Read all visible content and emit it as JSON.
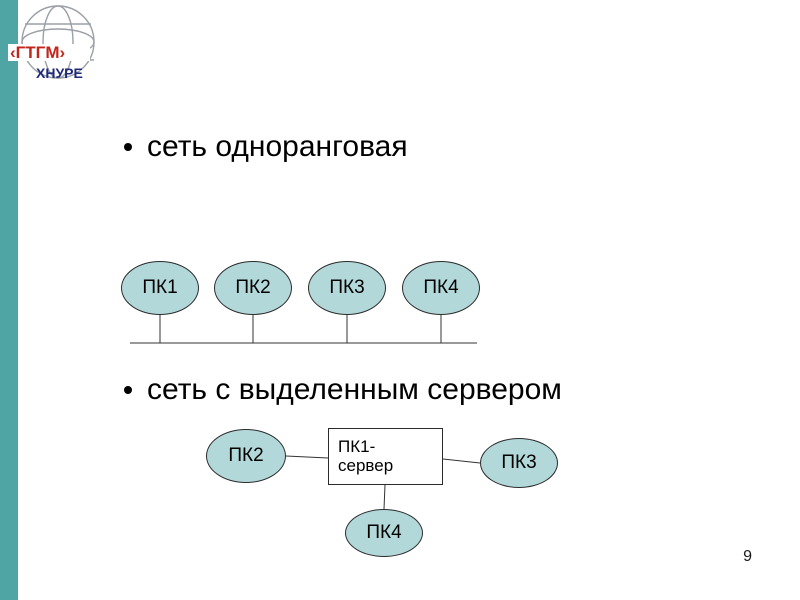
{
  "slide": {
    "page_number": "9",
    "background_color": "#ffffff",
    "accent_bar_color": "#4FA5A3",
    "node_fill_color": "#B3D8DA",
    "line_color": "#333333"
  },
  "logo": {
    "text_primary": "‹ГТГМ›",
    "text_secondary": "ХНУРЕ",
    "primary_color": "#C2251A",
    "secondary_color": "#1F2A7A"
  },
  "bullets": [
    {
      "label": "сеть одноранговая"
    },
    {
      "label": "сеть с выделенным сервером"
    }
  ],
  "peer_network": {
    "nodes": [
      {
        "label": "ПК1"
      },
      {
        "label": "ПК2"
      },
      {
        "label": "ПК3"
      },
      {
        "label": "ПК4"
      }
    ]
  },
  "server_network": {
    "server_label": "ПК1-\nсервер",
    "clients": [
      {
        "label": "ПК2"
      },
      {
        "label": "ПК3"
      },
      {
        "label": "ПК4"
      }
    ]
  }
}
